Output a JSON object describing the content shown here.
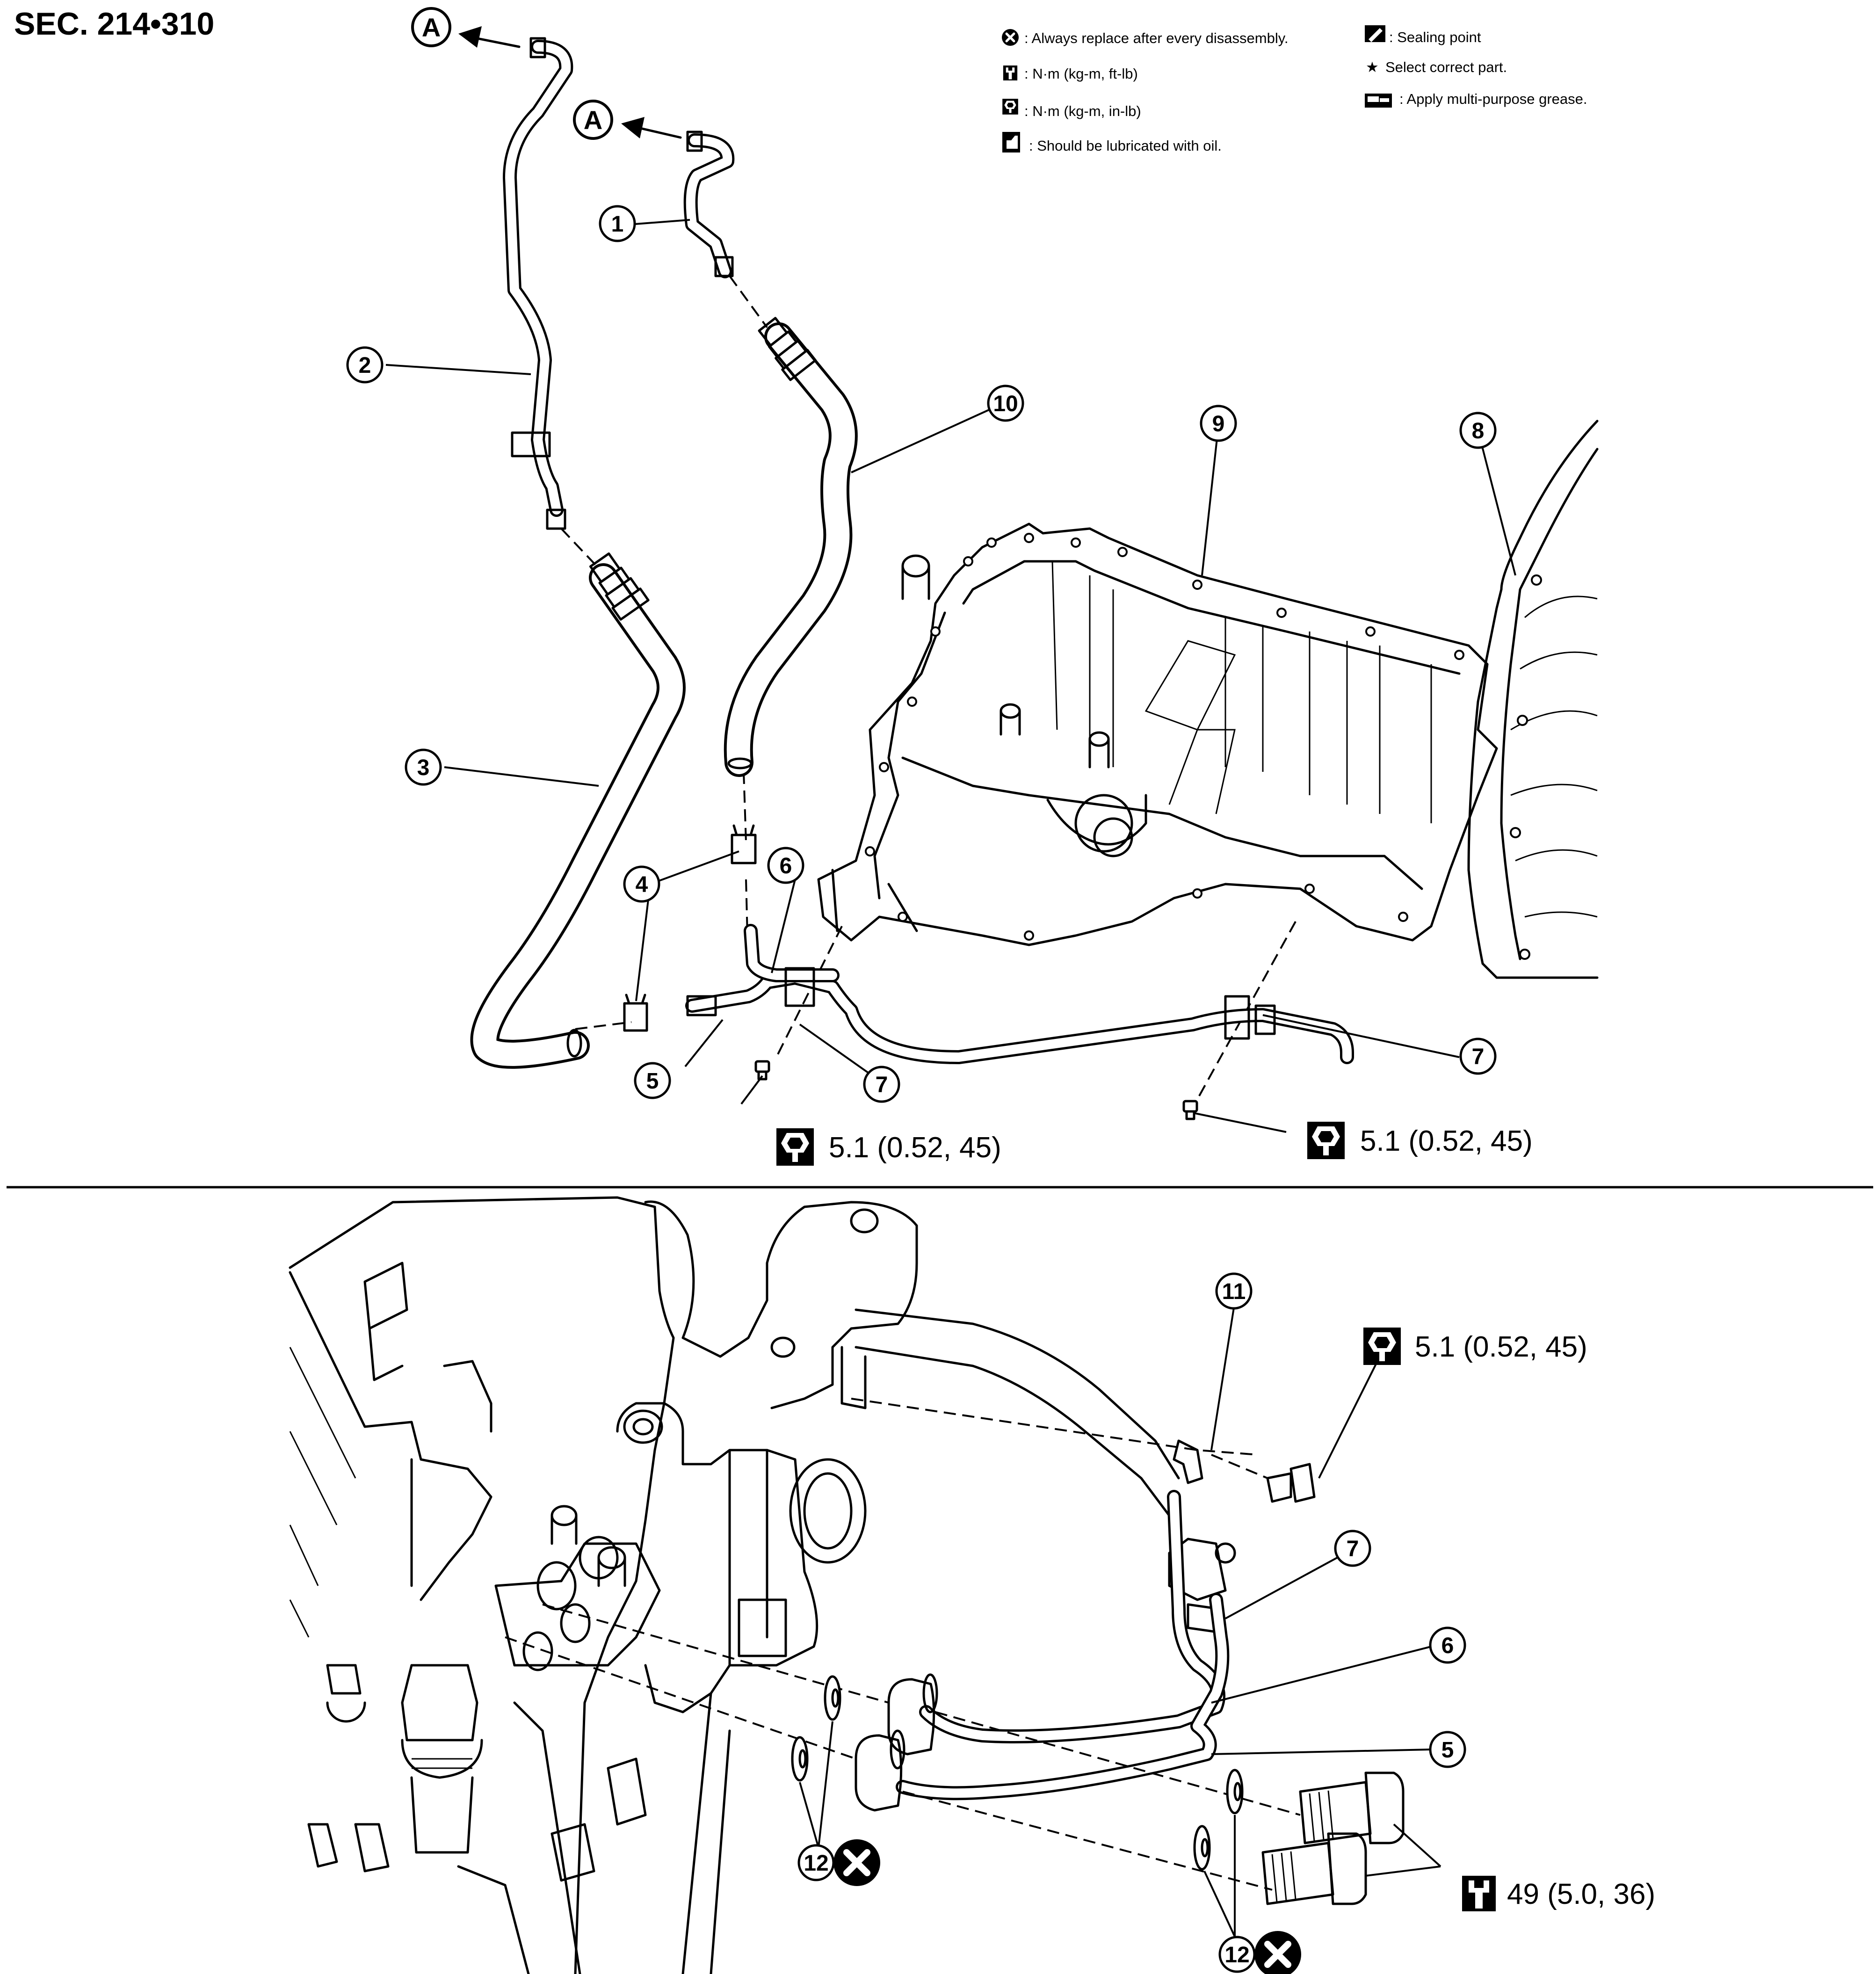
{
  "section_code": "SEC. 214•310",
  "legend": {
    "always_replace": ": Always replace after every disassembly.",
    "nm_ft_lb": ": N·m (kg-m, ft-lb)",
    "nm_in_lb": ": N·m (kg-m, in-lb)",
    "lubricate_oil": ": Should be lubricated with oil.",
    "sealing_point": ": Sealing point",
    "select_part": "Select correct part.",
    "apply_grease": ": Apply multi-purpose grease."
  },
  "connection_mark": "A",
  "callouts": {
    "c1": "1",
    "c2": "2",
    "c3": "3",
    "c4": "4",
    "c5": "5",
    "c6": "6",
    "c7": "7",
    "c8": "8",
    "c9": "9",
    "c10": "10",
    "c11": "11",
    "c12": "12"
  },
  "torque": {
    "bracket_bolt": "5.1 (0.52, 45)",
    "union_bolt": "49 (5.0, 36)"
  },
  "icons": [
    "always-replace-icon",
    "torque-ft-lb-icon",
    "torque-in-lb-icon",
    "oil-can-icon",
    "sealing-point-icon",
    "star-icon",
    "grease-icon"
  ]
}
